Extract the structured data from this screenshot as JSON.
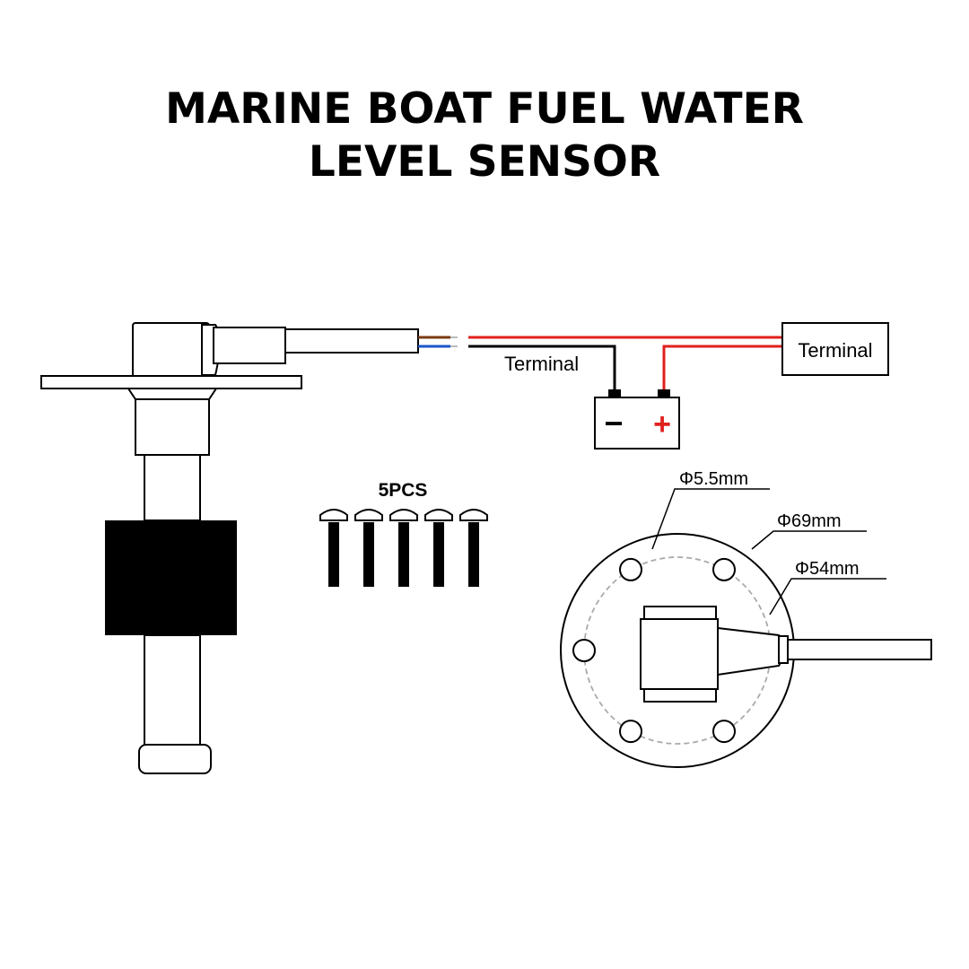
{
  "title": {
    "line1": "MARINE BOAT FUEL WATER",
    "line2": "LEVEL SENSOR"
  },
  "wiring": {
    "terminal_left": "Terminal",
    "terminal_right": "Terminal",
    "battery_minus": "−",
    "battery_plus": "+"
  },
  "screws": {
    "label": "5PCS",
    "count": 5
  },
  "flange": {
    "hole_label": "Φ5.5mm",
    "outer_label": "Φ69mm",
    "bolt_circle_label": "Φ54mm",
    "hole_count": 6
  },
  "colors": {
    "line": "#000000",
    "positive_wire": "#e0201c",
    "negative_wire": "#000000",
    "blue_wire": "#1a56c8",
    "brown_wire": "#7a3b12",
    "float": "#000000",
    "bolt_circle": "#aaaaaa"
  }
}
